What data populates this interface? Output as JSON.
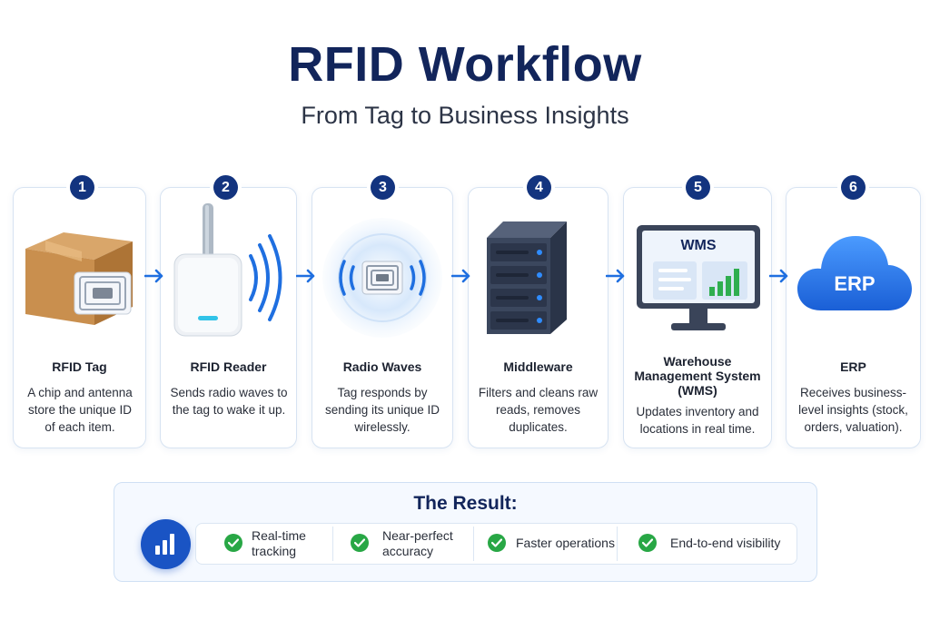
{
  "header": {
    "title": "RFID Workflow",
    "subtitle": "From Tag to Business Insights"
  },
  "steps": [
    {
      "number": "1",
      "title": "RFID Tag",
      "desc": "A chip and antenna store the unique ID of each item.",
      "icon": "package-with-tag-icon"
    },
    {
      "number": "2",
      "title": "RFID Reader",
      "desc": "Sends radio waves to the tag to wake it up.",
      "icon": "rfid-reader-icon"
    },
    {
      "number": "3",
      "title": "Radio Waves",
      "desc": "Tag responds by sending its unique ID wirelessly.",
      "icon": "radio-waves-icon"
    },
    {
      "number": "4",
      "title": "Middleware",
      "desc": "Filters and cleans raw reads, removes duplicates.",
      "icon": "server-icon"
    },
    {
      "number": "5",
      "title": "Warehouse Management System (WMS)",
      "desc": "Updates inventory and locations in real time.",
      "icon": "monitor-icon",
      "screen_label": "WMS"
    },
    {
      "number": "6",
      "title": "ERP",
      "desc": "Receives business-level insights (stock, orders, valuation).",
      "icon": "cloud-icon",
      "cloud_label": "ERP"
    }
  ],
  "result": {
    "title": "The Result:",
    "items": [
      "Real-time tracking",
      "Near-perfect accuracy",
      "Faster operations",
      "End-to-end visibility"
    ]
  },
  "colors": {
    "navy": "#13347f",
    "accent_blue": "#1f6fe0",
    "check_green": "#28a745"
  }
}
